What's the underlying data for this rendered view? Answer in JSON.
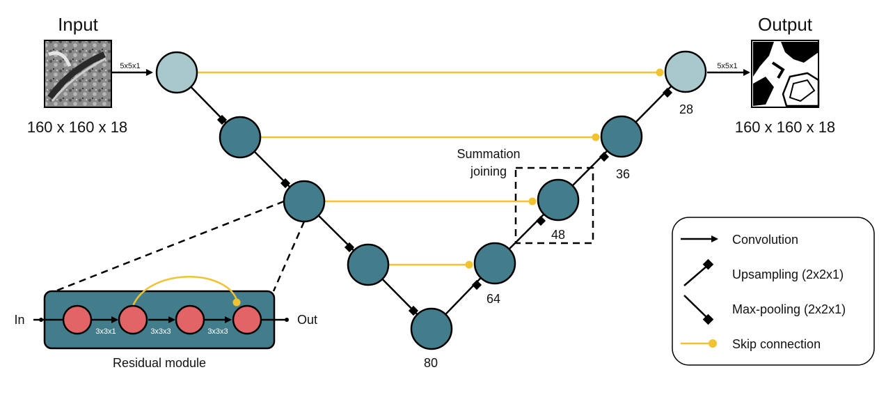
{
  "colors": {
    "node_dark": "#437d8c",
    "node_light": "#a8c8cc",
    "residual_node": "#e36466",
    "skip_connection": "#f1c232",
    "module_bg": "#437d8c"
  },
  "input": {
    "title": "Input",
    "size": "160 x 160 x 18",
    "conv_label": "5x5x1",
    "image": "electron-microscopy-image"
  },
  "output": {
    "title": "Output",
    "size": "160 x 160 x 18",
    "conv_label": "5x5x1",
    "image": "segmentation-mask-image"
  },
  "network": {
    "channel_labels": [
      "28",
      "36",
      "48",
      "64",
      "80"
    ],
    "summation_label_line1": "Summation",
    "summation_label_line2": "joining"
  },
  "residual_module": {
    "title": "Residual module",
    "in_label": "In",
    "out_label": "Out",
    "conv_labels": [
      "3x3x1",
      "3x3x3",
      "3x3x3"
    ]
  },
  "legend": {
    "items": [
      {
        "label": "Convolution",
        "icon": "arrow-icon"
      },
      {
        "label": "Upsampling (2x2x1)",
        "icon": "upsampling-icon"
      },
      {
        "label": "Max-pooling (2x2x1)",
        "icon": "maxpool-icon"
      },
      {
        "label": "Skip connection",
        "icon": "skip-connection-icon"
      }
    ]
  }
}
